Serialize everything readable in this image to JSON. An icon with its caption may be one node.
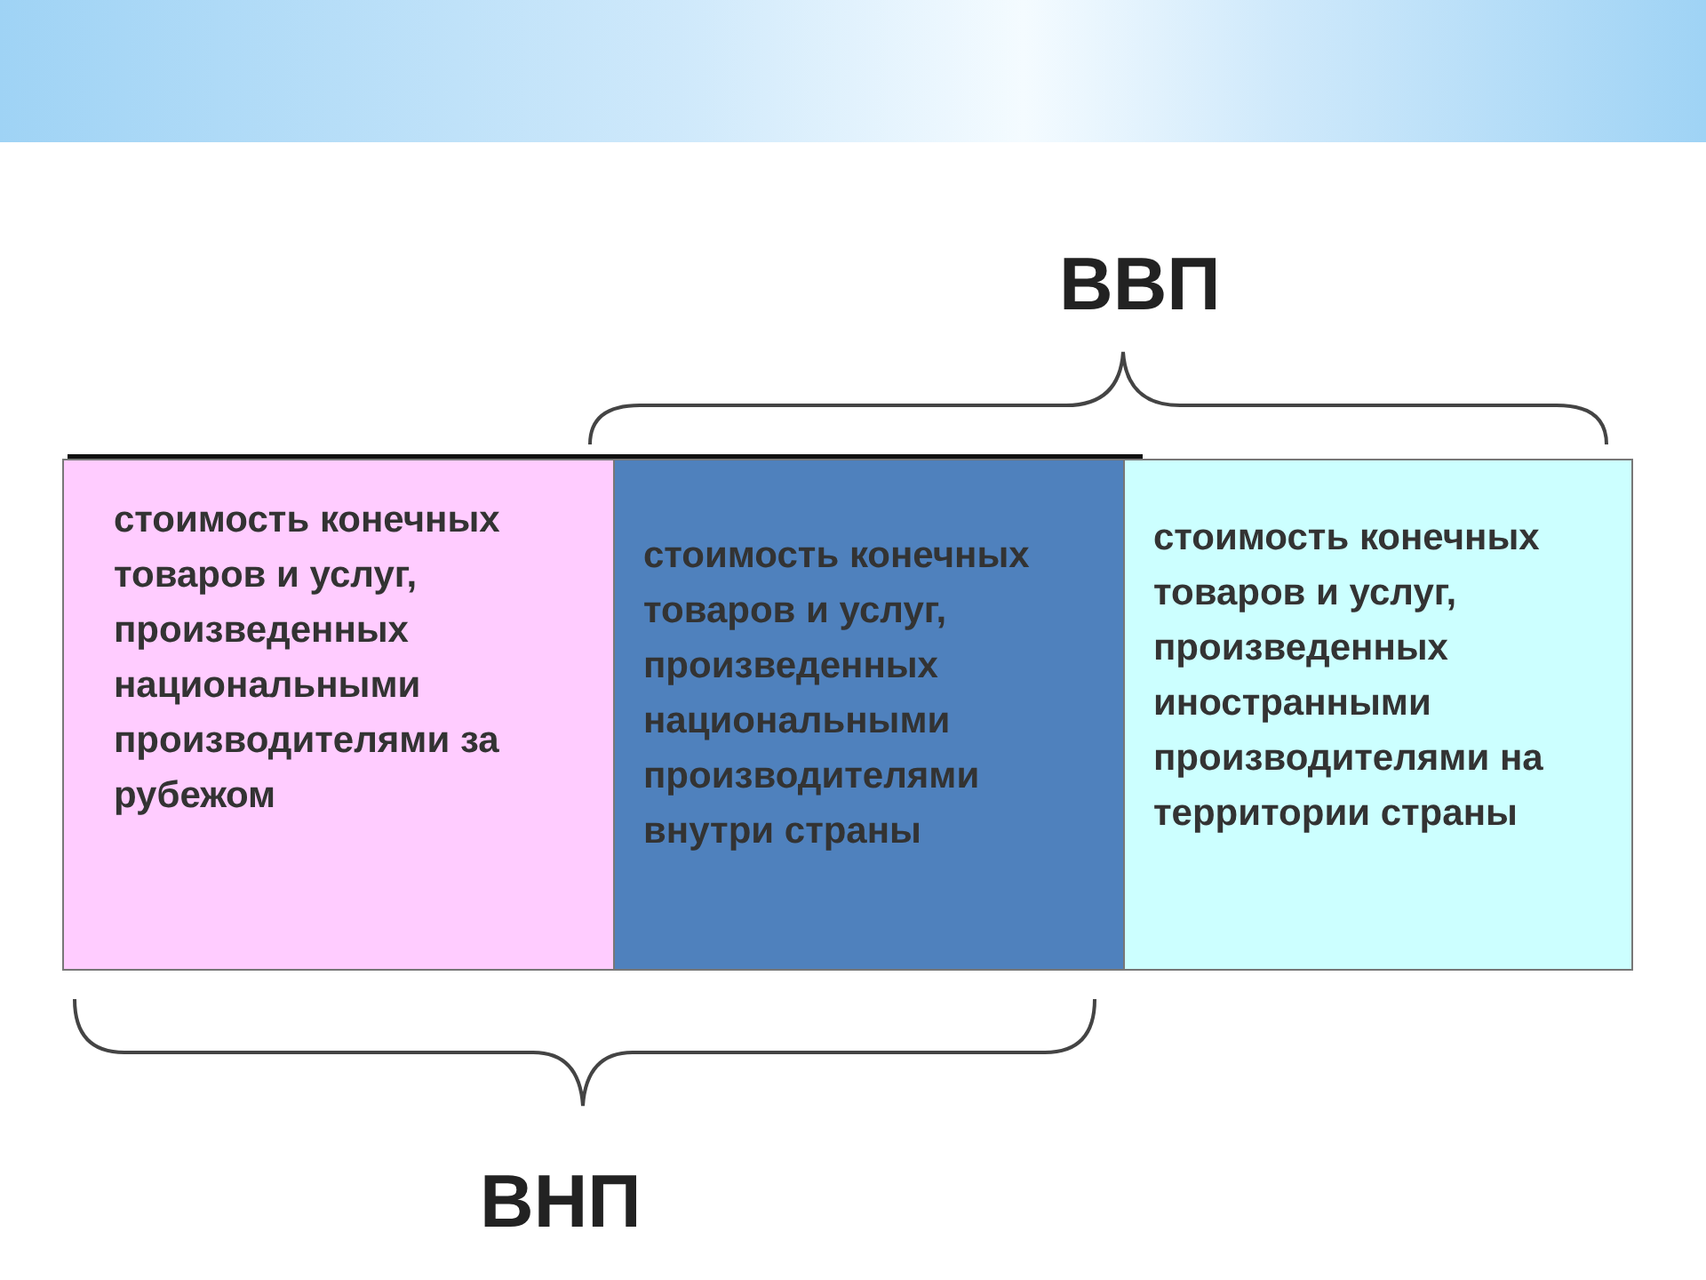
{
  "diagram": {
    "nodes": [
      {
        "text": [
          "стоимость конечных товаров и услуг, произведенных национальными производителями за рубежом"
        ]
      },
      {
        "text": [
          "стоимость конечных товаров и услуг, произведенных национальными производителями внутри страны"
        ]
      },
      {
        "text": [
          "стоимость конечных товаров и услуг, произведенных иностранными производителями на территории страны"
        ]
      }
    ],
    "labels": [
      "ВВП",
      "ВНП"
    ]
  }
}
